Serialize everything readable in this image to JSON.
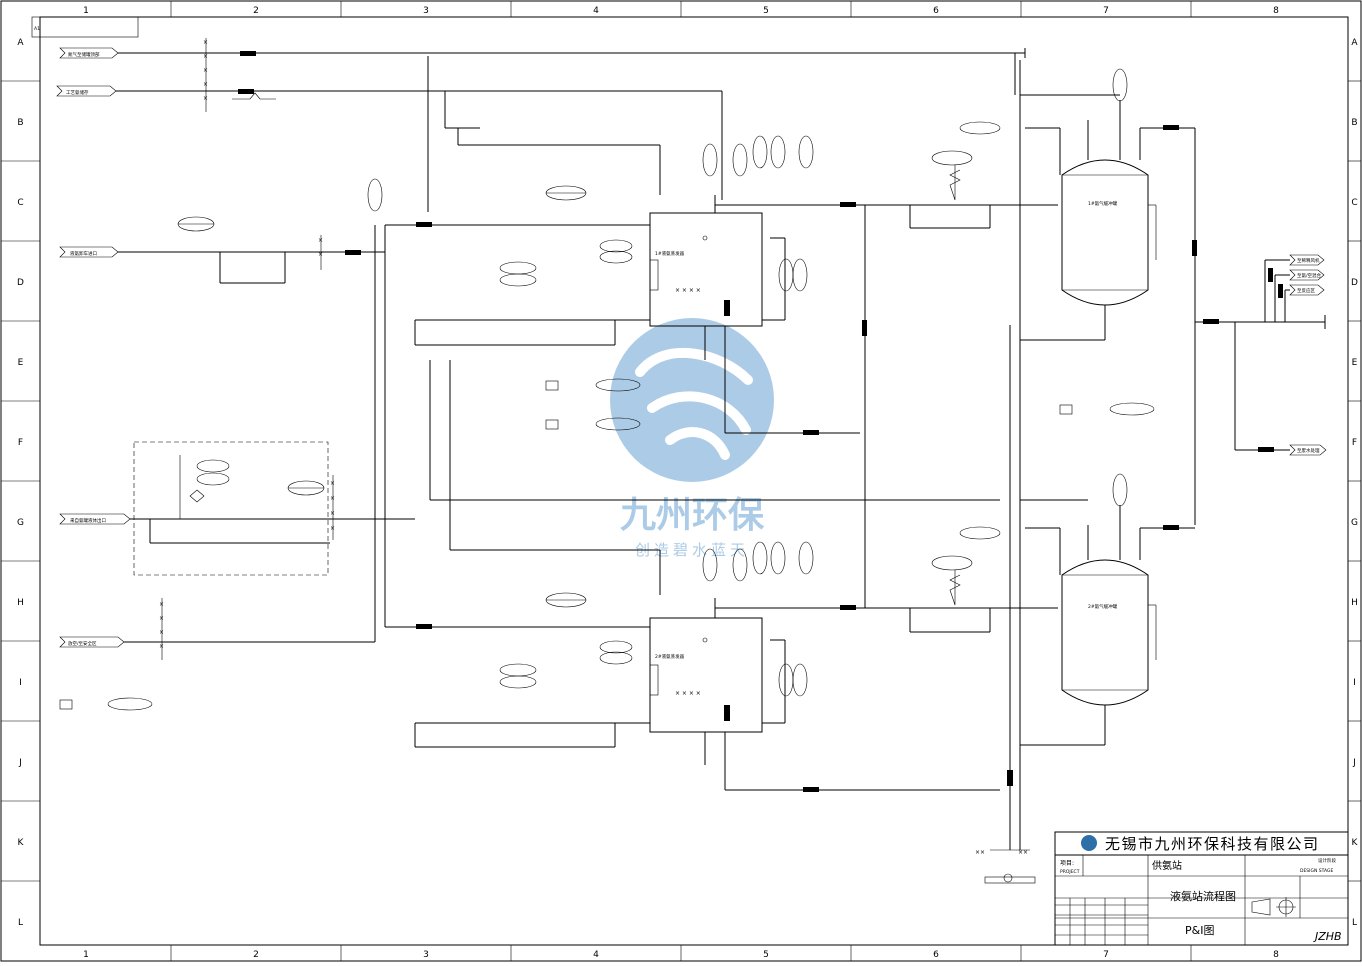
{
  "grid": {
    "columns": [
      "1",
      "2",
      "3",
      "4",
      "5",
      "6",
      "7",
      "8"
    ],
    "rows": [
      "A",
      "B",
      "C",
      "D",
      "E",
      "F",
      "G",
      "H",
      "I",
      "J",
      "K",
      "L"
    ]
  },
  "stream_labels": [
    {
      "id": "n2",
      "text": "氮气至储罐顶部"
    },
    {
      "id": "proc",
      "text": "工艺氨储存"
    },
    {
      "id": "inlet",
      "text": "液氨卸车进口"
    },
    {
      "id": "recv",
      "text": "来自氨罐液体出口"
    },
    {
      "id": "vent",
      "text": "放空/至安全区"
    }
  ],
  "equipment": {
    "vap1": "1#液氨蒸发器",
    "vap2": "2#液氨蒸发器",
    "buf1": "1#氨气缓冲罐",
    "buf2": "2#氨气缓冲罐"
  },
  "outlet_labels": [
    "至稀释风机",
    "至氨/空混合",
    "至反应区"
  ],
  "drain_label": "至废水处理",
  "watermark": {
    "brand": "九州环保",
    "slogan": "创造碧水蓝天"
  },
  "title_block": {
    "company": "无锡市九州环保科技有限公司",
    "project_label": "项目:",
    "project_label_en": "PROJECT",
    "project_name": "供氨站",
    "drawing_title": "液氨站流程图",
    "drawing_type": "P&I图",
    "design_stage_label": "设计阶段",
    "design_stage_en": "DESIGN STAGE",
    "drawing_code": "JZHB"
  },
  "colors": {
    "watermark_blue": "#9ec3e2",
    "line": "#000000"
  }
}
